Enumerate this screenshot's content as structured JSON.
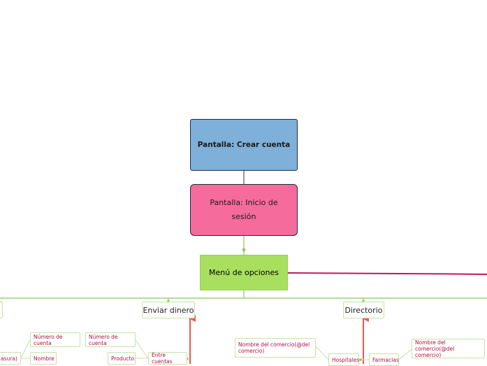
{
  "nodes": {
    "crear_cuenta": "Pantalla: Crear cuenta",
    "inicio_sesion": "Pantalla: Inicio de sesión",
    "menu": "Menú de opciones",
    "enviar_dinero": "Enviar dinero",
    "directorio": "Directorio"
  },
  "leaves": {
    "numero_cuenta_left": "Número de cuenta",
    "contrasena_partial": "asura)",
    "nombre": "Nombre",
    "numero_cuenta_mid": "Número de cuenta",
    "producto": "Producto",
    "entre_cuentas": "Entre cuentas",
    "comercio_left": "Nombre del comercio(@del comercio)",
    "hospitales": "Hospitales",
    "farmacias": "Farmacias",
    "comercio_right": "Nombre del comercio(@del comercio)"
  },
  "colors": {
    "crear_fill": "#7eb0d9",
    "inicio_fill": "#f56b9c",
    "menu_fill": "#a9df5e",
    "green_line": "#8cc65a",
    "red_arrow": "#e9594c",
    "magenta_arrow": "#c2185b",
    "leaf_text": "#b0123f"
  }
}
